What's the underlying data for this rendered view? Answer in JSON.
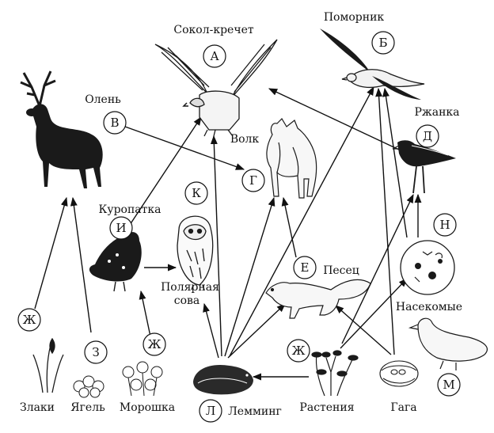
{
  "organisms": {
    "falcon": {
      "name": "Сокол-кречет",
      "letter": "А"
    },
    "skua": {
      "name": "Поморник",
      "letter": "Б"
    },
    "deer": {
      "name": "Олень",
      "letter": "В"
    },
    "wolf": {
      "name": "Волк",
      "letter": "Г"
    },
    "plover": {
      "name": "Ржанка",
      "letter": "Д"
    },
    "fox": {
      "name": "Песец",
      "letter": "Е"
    },
    "owl": {
      "name": "Полярная",
      "name2": "сова",
      "letter": "К"
    },
    "ptarmigan": {
      "name": "Куропатка",
      "letter": "И"
    },
    "insects": {
      "name": "Насекомые",
      "letter": "Н"
    },
    "grasses": {
      "name": "Злаки",
      "letter": "Ж"
    },
    "moss": {
      "name": "Ягель",
      "letter": "З"
    },
    "cloudberry": {
      "name": "Морошка",
      "letter": "Ж"
    },
    "lemming": {
      "name": "Лемминг",
      "letter": "Л"
    },
    "plants": {
      "name": "Растения",
      "letter": "Ж"
    },
    "eider": {
      "name": "Гага",
      "letter": "М"
    }
  }
}
